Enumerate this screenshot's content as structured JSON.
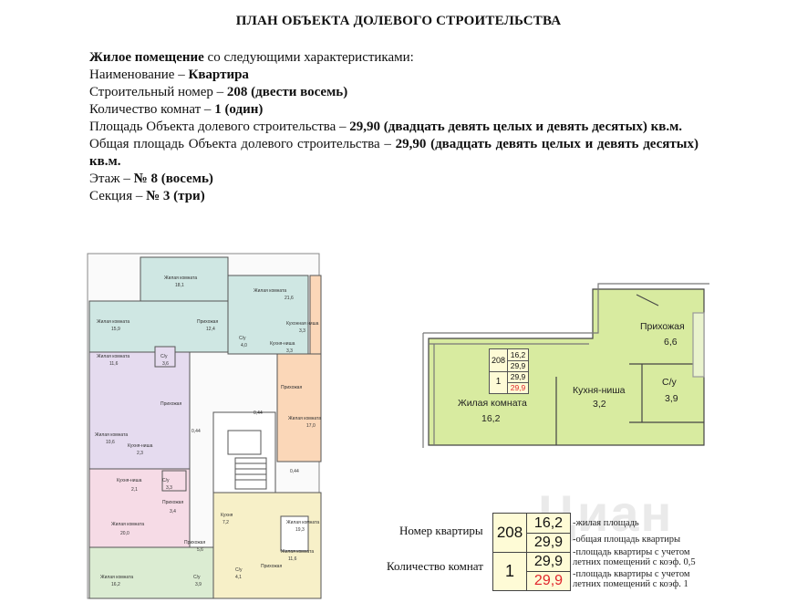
{
  "document": {
    "title": "ПЛАН ОБЪЕКТА ДОЛЕВОГО СТРОИТЕЛЬСТВА",
    "line1_bold": "Жилое помещение",
    "line1_rest": " со следующими характеристиками:",
    "line2_label": "Наименование – ",
    "line2_value": "Квартира",
    "line3_label": "Строительный номер – ",
    "line3_value": "208 (двести восемь)",
    "line4_label": "Количество комнат – ",
    "line4_value": "1 (один)",
    "line5_label": "Площадь Объекта долевого строительства – ",
    "line5_value": "29,90 (двадцать девять целых и девять десятых) кв.м.",
    "line6_label": "Общая площадь Объекта долевого строительства – ",
    "line6_value": "29,90 (двадцать девять целых и девять десятых) кв.м.",
    "line7_label": "Этаж – ",
    "line7_value": "№ 8 (восемь)",
    "line8_label": "Секция – ",
    "line8_value": "№ 3 (три)"
  },
  "apartment_plan": {
    "rooms": [
      {
        "name": "Прихожая",
        "area": "6,6"
      },
      {
        "name": "С/у",
        "area": "3,9"
      },
      {
        "name": "Кухня-ниша",
        "area": "3,2"
      },
      {
        "name": "Жилая комната",
        "area": "16,2"
      }
    ],
    "badge": {
      "number": "208",
      "rooms": "1",
      "living": "16,2",
      "total": "29,9",
      "summer05": "29,9",
      "summer1": "29,9"
    }
  },
  "floor_plan": {
    "labels": {
      "zhk1": "Жилая комната",
      "zhk1_a": "18,1",
      "zhk2": "Жилая комната",
      "zhk2_a": "21,6",
      "zhk3": "Жилая комната",
      "zhk3_a": "15,9",
      "prih1": "Прихожая",
      "prih1_a": "12,4",
      "su1": "С/у",
      "su1_a": "4,0",
      "kn1": "Кухня-ниша",
      "kn1_a": "3,3",
      "su2": "С/у",
      "su2_a": "3,6",
      "zhk4": "Жилая комната",
      "zhk4_a": "11,6",
      "prih2": "Прихожая",
      "zhk5": "Жилая комната",
      "zhk5_a": "10,6",
      "kn2": "Кухня-ниша",
      "kn2_a": "2,3",
      "zhk6": "Жилая комната",
      "zhk6_a": "17,0",
      "prih3": "Прихожая",
      "p044a": "0,44",
      "p044b": "0,44",
      "p044c": "0,44",
      "kn3": "Кухня-ниша",
      "kn3_a": "2,1",
      "su3": "С/у",
      "su3_a": "3,3",
      "prih4": "Прихожая",
      "prih4_a": "3,4",
      "zhk7": "Жилая комната",
      "zhk7_a": "20,0",
      "zhk8": "Жилая комната",
      "zhk8_a": "16,2",
      "prih5": "Прихожая",
      "prih5_a": "5,6",
      "su4": "С/у",
      "su4_a": "3,9",
      "kn4": "Кухня",
      "kn4_a": "7,2",
      "zhk9": "Жилая комната",
      "zhk9_a": "19,3",
      "su5": "С/у",
      "su5_a": "4,1",
      "zhk10": "Жилая комната",
      "zhk10_a": "11,6",
      "prih6": "Прихожая",
      "kn5": "Кухонная ниша",
      "kn5_a": "3,3"
    }
  },
  "legend": {
    "apt_number_label": "Номер квартиры",
    "rooms_count_label": "Количество комнат",
    "number": "208",
    "rooms": "1",
    "living": "16,2",
    "total": "29,9",
    "summer05": "29,9",
    "summer1": "29,9",
    "notes": [
      "-жилая площадь",
      "-общая площадь квартиры",
      "-площадь квартиры с учетом летних помещений с коэф. 0,5",
      "-площадь квартиры с учетом летних помещений с коэф. 1"
    ],
    "watermark": "Циан",
    "colors": {
      "apartment_fill": "#d8eba0",
      "highlight_red": "#e1252b",
      "badge_fill": "#fefbd6"
    }
  }
}
